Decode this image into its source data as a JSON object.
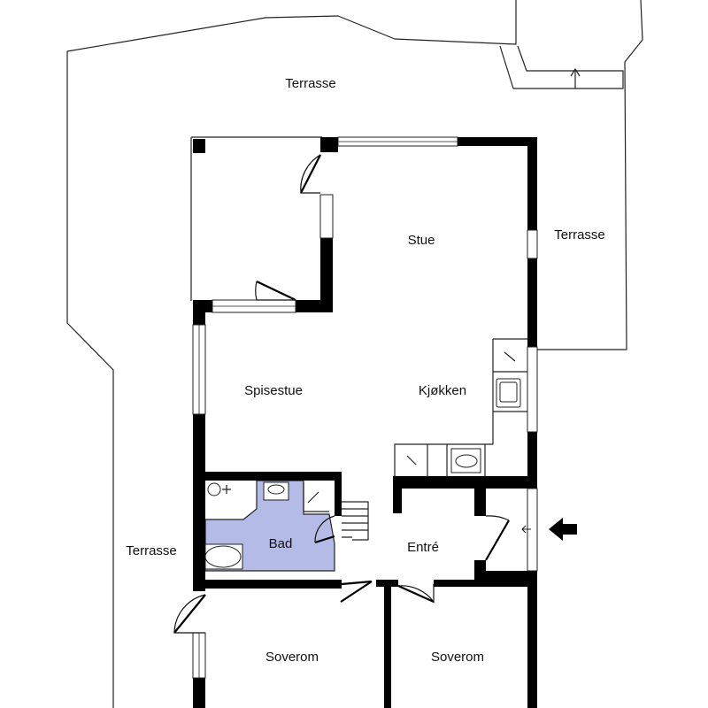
{
  "rooms": {
    "terrasse_top": "Terrasse",
    "terrasse_right": "Terrasse",
    "terrasse_left": "Terrasse",
    "stue": "Stue",
    "spisestue": "Spisestue",
    "kjokken": "Kjøkken",
    "bad": "Bad",
    "entre": "Entré",
    "soverom_left": "Soverom",
    "soverom_right": "Soverom"
  },
  "colors": {
    "wall": "#000000",
    "bathroom_fill": "#b3bbe6",
    "line": "#222222"
  },
  "icons": [
    "entrance-arrow-icon",
    "stair-icon",
    "toilet-icon",
    "sink-icon",
    "bathtub-icon",
    "stove-icon",
    "door-swing-icon"
  ]
}
